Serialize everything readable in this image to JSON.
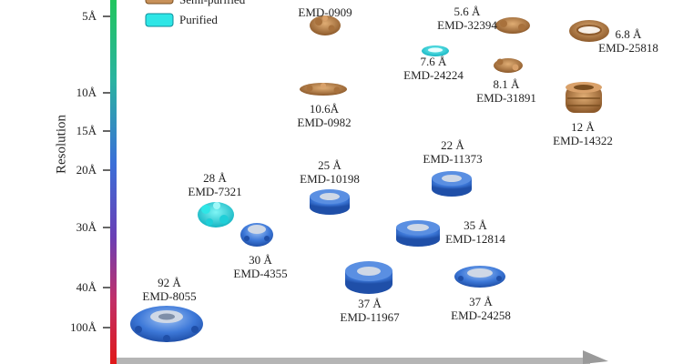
{
  "axis": {
    "y_title": "Resolution",
    "ticks": [
      "5Å",
      "10Å",
      "15Å",
      "20Å",
      "30Å",
      "40Å",
      "100Å"
    ],
    "gradient": [
      "#22c55e",
      "#2bb3a0",
      "#3b6fd8",
      "#6a3fb5",
      "#c0306a",
      "#e01818"
    ]
  },
  "legend": [
    {
      "label": "Semi-purified",
      "color": "#c8915a"
    },
    {
      "label": "Purified",
      "color": "#2ee6e6"
    }
  ],
  "entries": [
    {
      "res": "",
      "id": "EMD-0909",
      "kind": "semi"
    },
    {
      "res": "5.6 Å",
      "id": "EMD-32394",
      "kind": "semi"
    },
    {
      "res": "6.8 Å",
      "id": "EMD-25818",
      "kind": "semi"
    },
    {
      "res": "7.6 Å",
      "id": "EMD-24224",
      "kind": "purified"
    },
    {
      "res": "8.1 Å",
      "id": "EMD-31891",
      "kind": "semi"
    },
    {
      "res": "10.6Å",
      "id": "EMD-0982",
      "kind": "semi"
    },
    {
      "res": "12 Å",
      "id": "EMD-14322",
      "kind": "semi"
    },
    {
      "res": "22 Å",
      "id": "EMD-11373",
      "kind": "blue"
    },
    {
      "res": "25 Å",
      "id": "EMD-10198",
      "kind": "blue"
    },
    {
      "res": "28 Å",
      "id": "EMD-7321",
      "kind": "purified"
    },
    {
      "res": "35 Å",
      "id": "EMD-12814",
      "kind": "blue"
    },
    {
      "res": "30 Å",
      "id": "EMD-4355",
      "kind": "blue"
    },
    {
      "res": "37 Å",
      "id": "EMD-11967",
      "kind": "blue"
    },
    {
      "res": "37 Å",
      "id": "EMD-24258",
      "kind": "blue"
    },
    {
      "res": "92 Å",
      "id": "EMD-8055",
      "kind": "blue"
    }
  ]
}
